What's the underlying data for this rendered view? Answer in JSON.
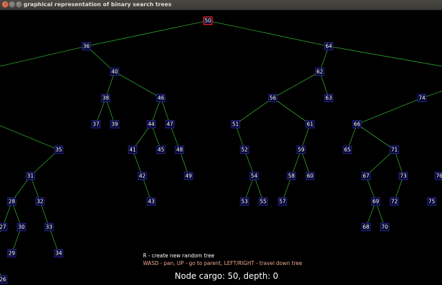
{
  "window": {
    "title": "graphical representation of binary search trees",
    "close_glyph": "×",
    "min_glyph": "",
    "max_glyph": ""
  },
  "colors": {
    "background": "#000000",
    "edge": "#2ea82e",
    "node_fill": "#07072e",
    "node_border": "#2c2cb0",
    "selected_border": "#e02020",
    "help_primary": "#ffffff",
    "help_secondary": "#f0a890"
  },
  "tree": {
    "selected": "50",
    "nodes": [
      "50",
      "36",
      "64",
      "40",
      "62",
      "38",
      "46",
      "56",
      "63",
      "74",
      "37",
      "39",
      "44",
      "47",
      "51",
      "61",
      "66",
      "35",
      "41",
      "45",
      "48",
      "52",
      "59",
      "65",
      "71",
      "31",
      "42",
      "49",
      "54",
      "58",
      "60",
      "67",
      "73",
      "76",
      "28",
      "32",
      "43",
      "53",
      "55",
      "57",
      "69",
      "72",
      "75",
      "27",
      "30",
      "33",
      "68",
      "70",
      "29",
      "34",
      "26"
    ],
    "edges": [
      [
        "50",
        "36"
      ],
      [
        "50",
        "64"
      ],
      [
        "36",
        "40"
      ],
      [
        "40",
        "38"
      ],
      [
        "40",
        "46"
      ],
      [
        "38",
        "37"
      ],
      [
        "38",
        "39"
      ],
      [
        "46",
        "44"
      ],
      [
        "46",
        "47"
      ],
      [
        "44",
        "41"
      ],
      [
        "44",
        "45"
      ],
      [
        "47",
        "48"
      ],
      [
        "48",
        "49"
      ],
      [
        "41",
        "42"
      ],
      [
        "42",
        "43"
      ],
      [
        "64",
        "62"
      ],
      [
        "62",
        "56"
      ],
      [
        "62",
        "63"
      ],
      [
        "56",
        "51"
      ],
      [
        "56",
        "61"
      ],
      [
        "51",
        "52"
      ],
      [
        "52",
        "54"
      ],
      [
        "54",
        "53"
      ],
      [
        "54",
        "55"
      ],
      [
        "61",
        "59"
      ],
      [
        "59",
        "58"
      ],
      [
        "59",
        "60"
      ],
      [
        "58",
        "57"
      ],
      [
        "66",
        "65"
      ],
      [
        "66",
        "71"
      ],
      [
        "71",
        "67"
      ],
      [
        "71",
        "73"
      ],
      [
        "73",
        "72"
      ],
      [
        "67",
        "69"
      ],
      [
        "69",
        "68"
      ],
      [
        "69",
        "70"
      ],
      [
        "74",
        "66"
      ],
      [
        "35",
        "31"
      ],
      [
        "31",
        "28"
      ],
      [
        "31",
        "32"
      ],
      [
        "28",
        "27"
      ],
      [
        "28",
        "30"
      ],
      [
        "30",
        "29"
      ],
      [
        "32",
        "33"
      ],
      [
        "33",
        "34"
      ]
    ]
  },
  "help": {
    "line1": "R - create new random tree",
    "line2": "WASD - pan, UP - go to parent, LEFT/RIGHT - travel down tree"
  },
  "status": {
    "text": "Node cargo: 50, depth: 0"
  }
}
